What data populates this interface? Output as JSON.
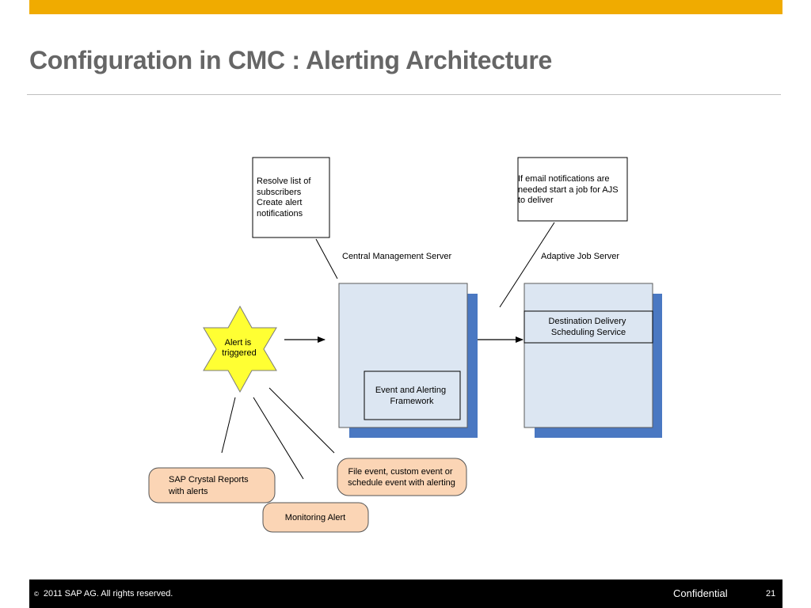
{
  "slide": {
    "title": "Configuration in CMC : Alerting Architecture",
    "accent_color": "#f0ab00"
  },
  "diagram": {
    "note_cms": [
      "Resolve list of",
      "subscribers",
      "Create alert",
      "notifications"
    ],
    "note_ajs": [
      "If email notifications are",
      "needed start a job for AJS",
      "to deliver"
    ],
    "cms_label": "Central Management Server",
    "ajs_label": "Adaptive Job Server",
    "alert_star": [
      "Alert is",
      "triggered"
    ],
    "event_framework": [
      "Event and Alerting",
      "Framework"
    ],
    "destination_service": [
      "Destination Delivery",
      "Scheduling Service"
    ],
    "source_crystal": [
      "SAP Crystal Reports",
      "with alerts"
    ],
    "source_monitoring": "Monitoring Alert",
    "source_file_event": [
      "File event, custom event or",
      "schedule event  with alerting"
    ],
    "colors": {
      "server_fill": "#dce6f2",
      "server_shadow": "#4a78c2",
      "star_fill": "#ffff33",
      "source_fill": "#fbd5b5"
    }
  },
  "footer": {
    "copyright_symbol": "©",
    "copyright": "2011 SAP AG. All rights reserved.",
    "confidential": "Confidential",
    "page_number": "21"
  }
}
